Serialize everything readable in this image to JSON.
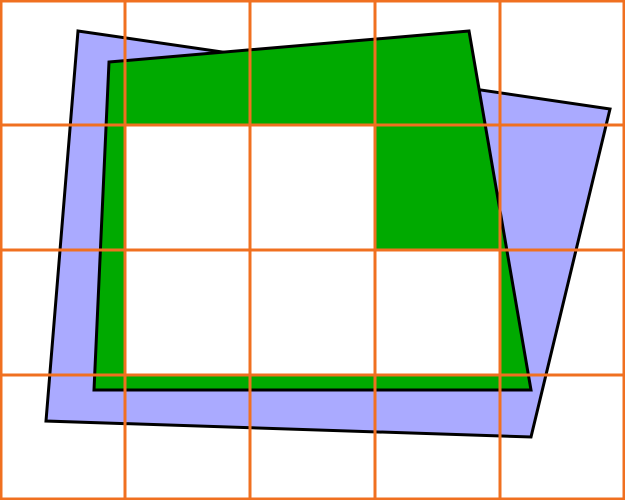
{
  "colors": {
    "background": "#ffffff",
    "grid": "#f07020",
    "back_quad_fill": "#aaaaff",
    "front_shape_fill": "#00aa00",
    "outline": "#000000"
  },
  "grid": {
    "columns": 5,
    "rows": 4
  },
  "shapes": [
    {
      "name": "blue-quadrilateral",
      "fill_key": "back_quad_fill"
    },
    {
      "name": "green-frame",
      "fill_key": "front_shape_fill"
    },
    {
      "name": "white-window-region",
      "fill_key": "background"
    }
  ]
}
